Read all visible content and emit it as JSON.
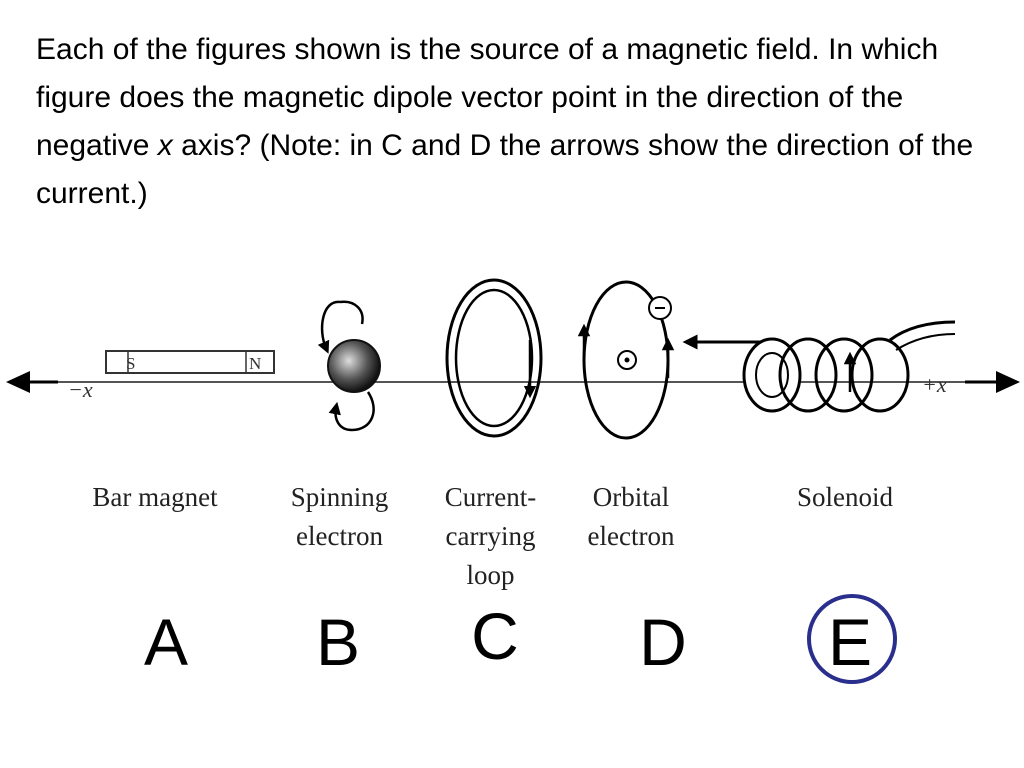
{
  "question": {
    "part1": "Each of the figures shown is the source of a magnetic field.  In which figure does the magnetic dipole vector point in the direction of the negative ",
    "axis_var": "x",
    "part2": " axis? (Note: in C and D the arrows show the direction of the current.)"
  },
  "diagram": {
    "axis_left_label": "−x",
    "axis_right_label": "+x",
    "magnet_s": "S",
    "magnet_n": "N"
  },
  "captions": {
    "bar_magnet": "Bar magnet",
    "spinning_electron": [
      "Spinning",
      "electron"
    ],
    "current_loop": [
      "Current-",
      "carrying",
      "loop"
    ],
    "orbital_electron": [
      "Orbital",
      "electron"
    ],
    "solenoid": "Solenoid"
  },
  "choices": [
    "A",
    "B",
    "C",
    "D",
    "E"
  ],
  "selected_choice": "E",
  "colors": {
    "selection_ring": "#2a2e8c",
    "ink": "#000000"
  }
}
